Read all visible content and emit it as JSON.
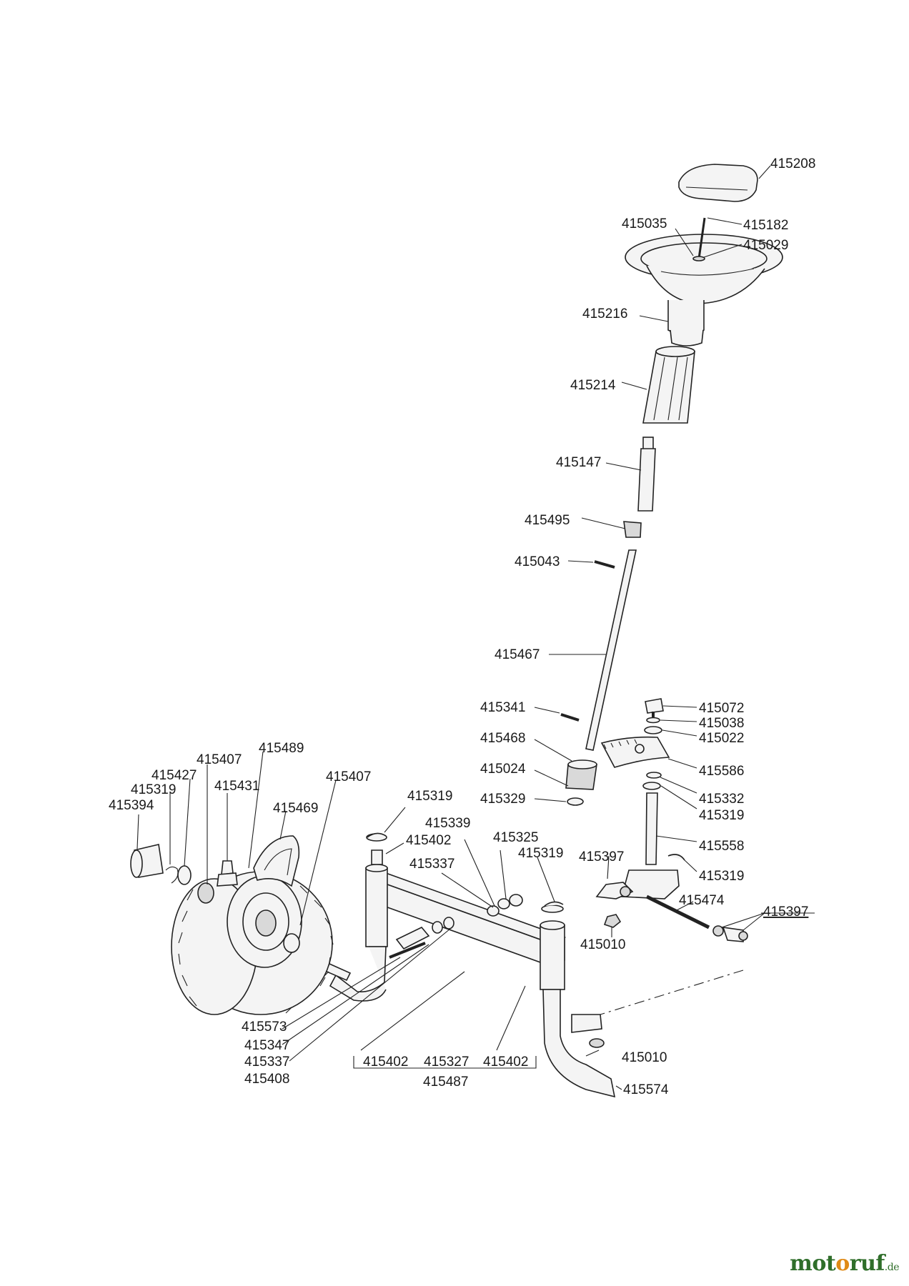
{
  "watermark": {
    "part1": "mot",
    "part2": "o",
    "part3": "ruf",
    "suffix": ".de"
  },
  "parts": {
    "p415208": "415208",
    "p415035": "415035",
    "p415182": "415182",
    "p415029": "415029",
    "p415216": "415216",
    "p415214": "415214",
    "p415147": "415147",
    "p415495": "415495",
    "p415043": "415043",
    "p415467": "415467",
    "p415341": "415341",
    "p415468": "415468",
    "p415024": "415024",
    "p415329": "415329",
    "p415072": "415072",
    "p415038": "415038",
    "p415022": "415022",
    "p415586": "415586",
    "p415332": "415332",
    "p415319_steer": "415319",
    "p415558": "415558",
    "p415319_steer2": "415319",
    "p415397_left": "415397",
    "p415474": "415474",
    "p415397_right": "415397",
    "p415010_upper": "415010",
    "p415407_a": "415407",
    "p415489": "415489",
    "p415427": "415427",
    "p415407_b": "415407",
    "p415319_wheel": "415319",
    "p415431": "415431",
    "p415394": "415394",
    "p415469": "415469",
    "p415319_axle": "415319",
    "p415339": "415339",
    "p415402_upper": "415402",
    "p415325": "415325",
    "p415337_upper": "415337",
    "p415319_axle2": "415319",
    "p415573": "415573",
    "p415347": "415347",
    "p415337_lower": "415337",
    "p415408": "415408",
    "p415402_lower_a": "415402",
    "p415327": "415327",
    "p415402_lower_b": "415402",
    "p415487": "415487",
    "p415010_lower": "415010",
    "p415574": "415574"
  }
}
